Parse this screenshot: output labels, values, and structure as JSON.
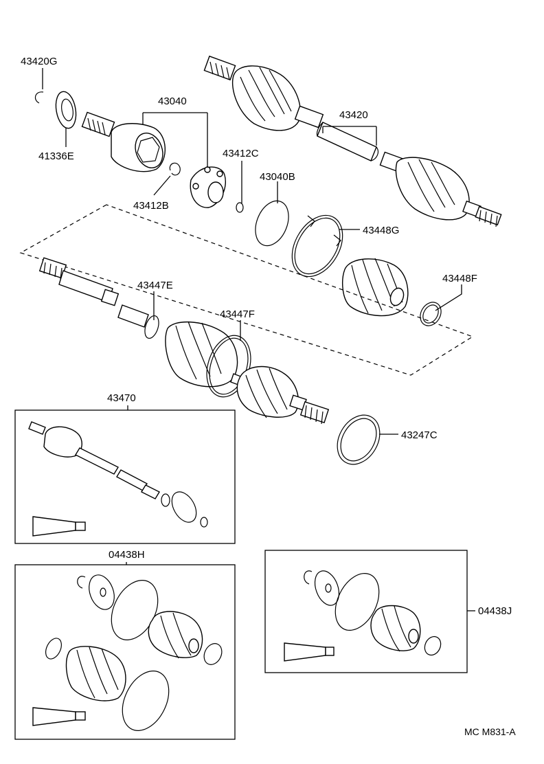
{
  "labels": {
    "p43420G": "43420G",
    "p41336E": "41336E",
    "p43040": "43040",
    "p43412B": "43412B",
    "p43412C": "43412C",
    "p43420": "43420",
    "p43040B": "43040B",
    "p43448G": "43448G",
    "p43448F": "43448F",
    "p43447E": "43447E",
    "p43447F": "43447F",
    "p43470": "43470",
    "p43247C": "43247C",
    "p04438H": "04438H",
    "p04438J": "04438J"
  },
  "footer": {
    "code": "MC M831-A"
  }
}
